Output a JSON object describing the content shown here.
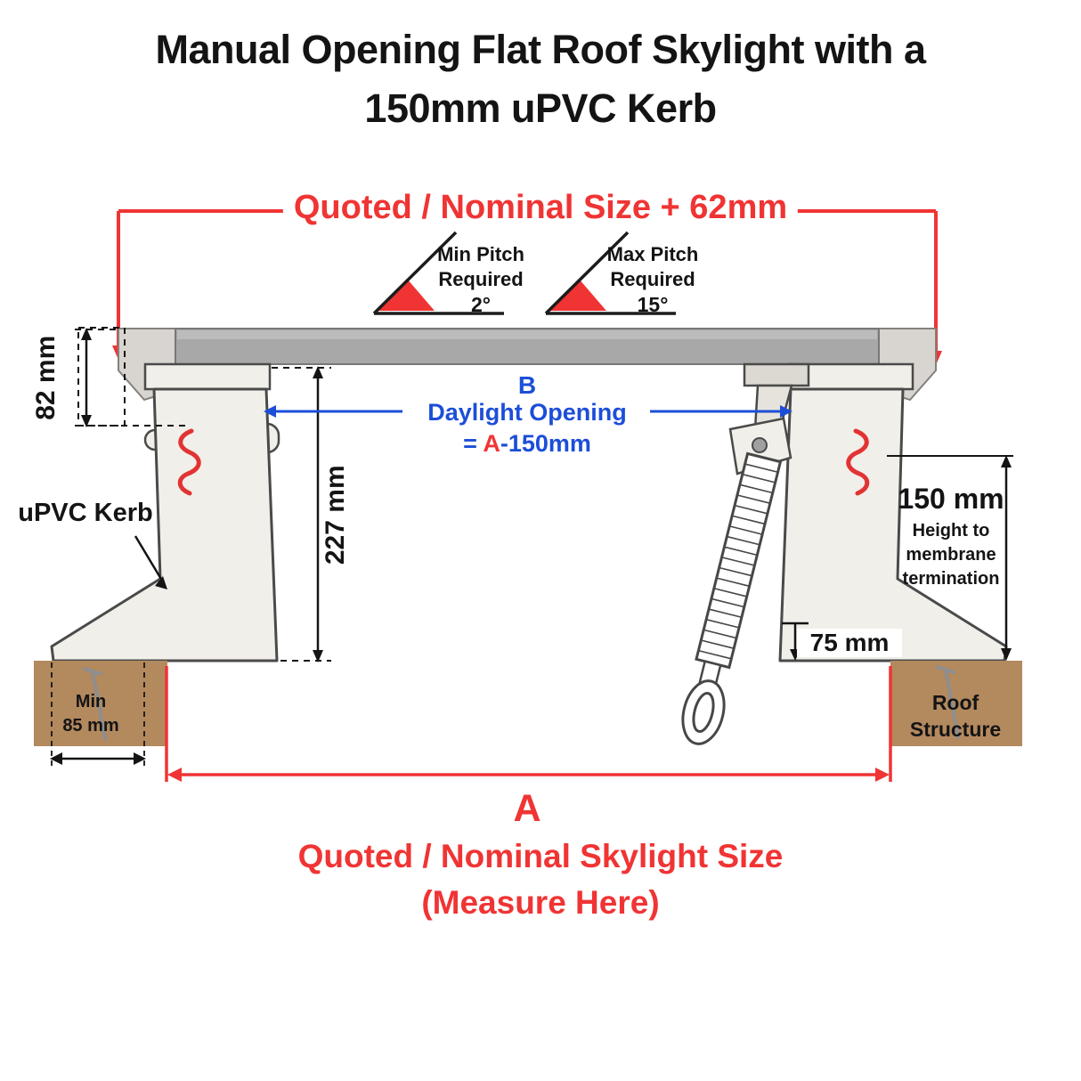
{
  "title": {
    "line1": "Manual Opening Flat Roof Skylight with a",
    "line2": "150mm uPVC Kerb"
  },
  "top_dimension": {
    "label": "Quoted / Nominal Size + 62mm"
  },
  "pitch": {
    "min": {
      "title": "Min Pitch",
      "subtitle": "Required",
      "value": "2°"
    },
    "max": {
      "title": "Max Pitch",
      "subtitle": "Required",
      "value": "15°"
    }
  },
  "dimensions": {
    "glazing_thickness": "82 mm",
    "kerb_height": "227 mm",
    "membrane_height": "150 mm",
    "membrane_note_line1": "Height to",
    "membrane_note_line2": "membrane",
    "membrane_note_line3": "termination",
    "termination_height": "75 mm",
    "min_bearing_line1": "Min",
    "min_bearing_line2": "85 mm"
  },
  "daylight": {
    "marker": "B",
    "label": "Daylight Opening",
    "formula_eq": "= ",
    "formula_a": "A",
    "formula_rest": "-150mm"
  },
  "labels": {
    "kerb": "uPVC Kerb",
    "roof_line1": "Roof",
    "roof_line2": "Structure"
  },
  "bottom_dimension": {
    "marker": "A",
    "line1": "Quoted / Nominal Skylight Size",
    "line2": "(Measure Here)"
  },
  "colors": {
    "dimension_red": "#f03434",
    "daylight_blue": "#1d4ed8",
    "roof_brown": "#b3895e",
    "kerb_fill": "#f1efe9",
    "glazing_gray": "#a8a8a8"
  }
}
